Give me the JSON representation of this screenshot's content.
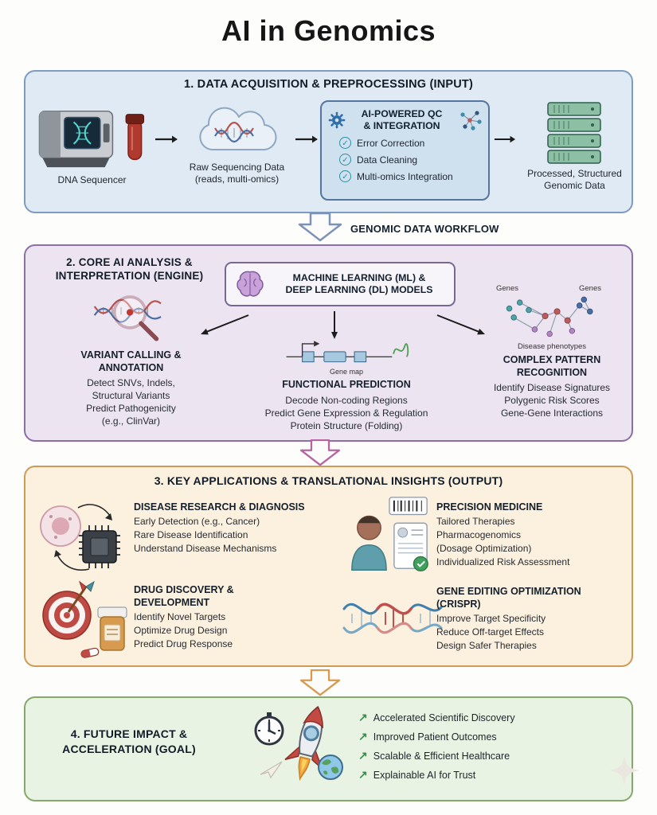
{
  "title": "AI in Genomics",
  "glyphs": {
    "check": "✓",
    "trend": "↗",
    "gear": "⚙"
  },
  "colors": {
    "accent_blue": "#7e9cc0",
    "accent_purple": "#8d6fa8",
    "accent_orange": "#cf9a52",
    "accent_green": "#85a86b"
  },
  "workflow": {
    "label": "GENOMIC DATA WORKFLOW"
  },
  "section1": {
    "header": "1. DATA ACQUISITION & PREPROCESSING (INPUT)",
    "sequencer_label": "DNA Sequencer",
    "raw_data_label": "Raw Sequencing Data\n(reads, multi-omics)",
    "qc_title": "AI-POWERED QC\n& INTEGRATION",
    "qc_items": [
      "Error Correction",
      "Data Cleaning",
      "Multi-omics Integration"
    ],
    "output_label": "Processed, Structured\nGenomic Data"
  },
  "section2": {
    "header": "2. CORE AI ANALYSIS &\nINTERPRETATION (ENGINE)",
    "ml_box_label": "MACHINE LEARNING (ML) &\nDEEP LEARNING (DL) MODELS",
    "branch1": {
      "title": "VARIANT CALLING &\nANNOTATION",
      "body": "Detect SNVs, Indels,\nStructural Variants\nPredict Pathogenicity\n(e.g., ClinVar)"
    },
    "branch2": {
      "title": "FUNCTIONAL PREDICTION",
      "body": "Decode Non-coding Regions\nPredict Gene Expression & Regulation\nProtein Structure (Folding)",
      "icon_label": "Gene map"
    },
    "branch3": {
      "title": "COMPLEX PATTERN\nRECOGNITION",
      "body": "Identify Disease Signatures\nPolygenic Risk Scores\nGene-Gene Interactions",
      "label_genes_left": "Genes",
      "label_genes_right": "Genes",
      "label_phenotypes": "Disease phenotypes"
    }
  },
  "section3": {
    "header": "3. KEY APPLICATIONS & TRANSLATIONAL INSIGHTS (OUTPUT)",
    "apps": [
      {
        "title": "DISEASE RESEARCH & DIAGNOSIS",
        "body": "Early Detection (e.g., Cancer)\nRare Disease Identification\nUnderstand Disease Mechanisms"
      },
      {
        "title": "PRECISION MEDICINE",
        "body": "Tailored Therapies\nPharmacogenomics\n(Dosage Optimization)\nIndividualized Risk Assessment"
      },
      {
        "title": "DRUG DISCOVERY &\nDEVELOPMENT",
        "body": "Identify Novel Targets\nOptimize Drug Design\nPredict Drug Response"
      },
      {
        "title": "GENE EDITING OPTIMIZATION\n(CRISPR)",
        "body": "Improve Target Specificity\nReduce Off-target Effects\nDesign Safer Therapies"
      }
    ]
  },
  "section4": {
    "header": "4. FUTURE IMPACT &\nACCELERATION (GOAL)",
    "items": [
      "Accelerated Scientific Discovery",
      "Improved Patient Outcomes",
      "Scalable & Efficient Healthcare",
      "Explainable AI for Trust"
    ]
  }
}
